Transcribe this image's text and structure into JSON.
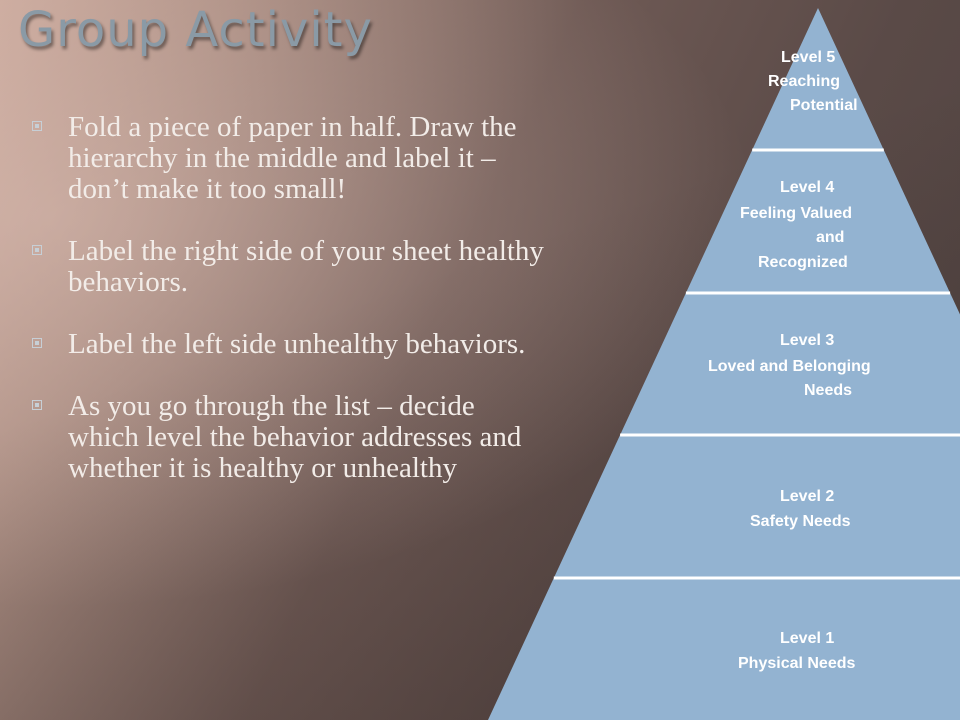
{
  "title": "Group Activity",
  "bullets": [
    "Fold a piece of paper in half. Draw the hierarchy in the middle and label it – don’t make it too small!",
    "Label the right side of your sheet healthy behaviors.",
    "Label the left side unhealthy behaviors.",
    "As you go through the list – decide which level the behavior addresses and whether it is healthy or unhealthy"
  ],
  "pyramid": {
    "levels": [
      {
        "lines": [
          "Level 5",
          "Reaching",
          "Potential"
        ]
      },
      {
        "lines": [
          "Level 4",
          "Feeling Valued",
          "and",
          "Recognized"
        ]
      },
      {
        "lines": [
          "Level 3",
          "Loved and Belonging",
          "Needs"
        ]
      },
      {
        "lines": [
          "Level 2",
          "Safety Needs"
        ]
      },
      {
        "lines": [
          "Level 1",
          "Physical Needs"
        ]
      }
    ]
  },
  "colors": {
    "pyramid_fill": "#93b3d1",
    "separator": "#ffffff",
    "title": "#8a9aa6",
    "text": "#f2ece8"
  }
}
